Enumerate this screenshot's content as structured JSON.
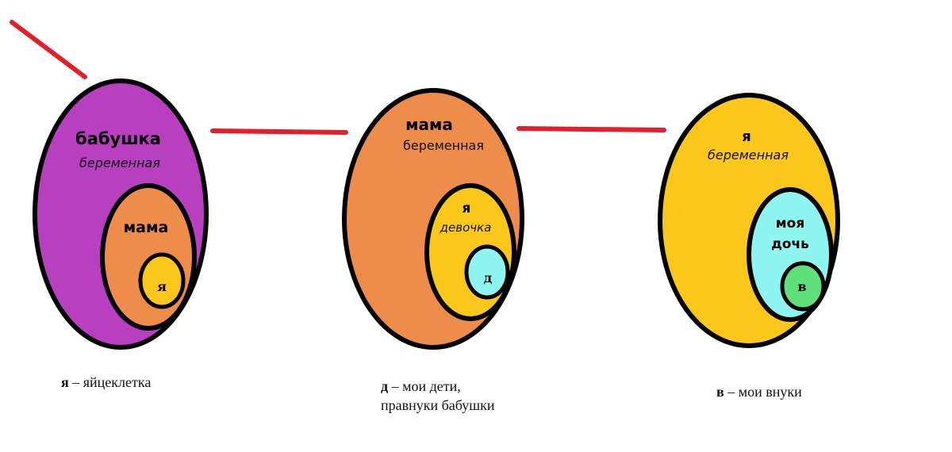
{
  "colors": {
    "outline": "#000000",
    "line": "#e0202a",
    "purple": "#b83fc0",
    "orange": "#ee8c4a",
    "yellow": "#fcc71b",
    "cyan": "#8ef5f0",
    "green": "#5fe07a"
  },
  "egg1": {
    "outer_title": "бабушка",
    "outer_sub": "беременная",
    "middle_title": "мама",
    "inner": "я"
  },
  "egg2": {
    "outer_title": "мама",
    "outer_sub": "беременная",
    "middle_title": "я",
    "middle_sub": "девочка",
    "inner": "д"
  },
  "egg3": {
    "outer_title": "я",
    "outer_sub": "беременная",
    "middle_title_1": "моя",
    "middle_title_2": "дочь",
    "inner": "в"
  },
  "captions": {
    "c1_key": "я",
    "c1_text": " – яйцеклетка",
    "c2_key": "д",
    "c2_text_1": " – мои дети,",
    "c2_text_2": "правнуки бабушки",
    "c3_key": "в",
    "c3_text": " – мои внуки"
  }
}
